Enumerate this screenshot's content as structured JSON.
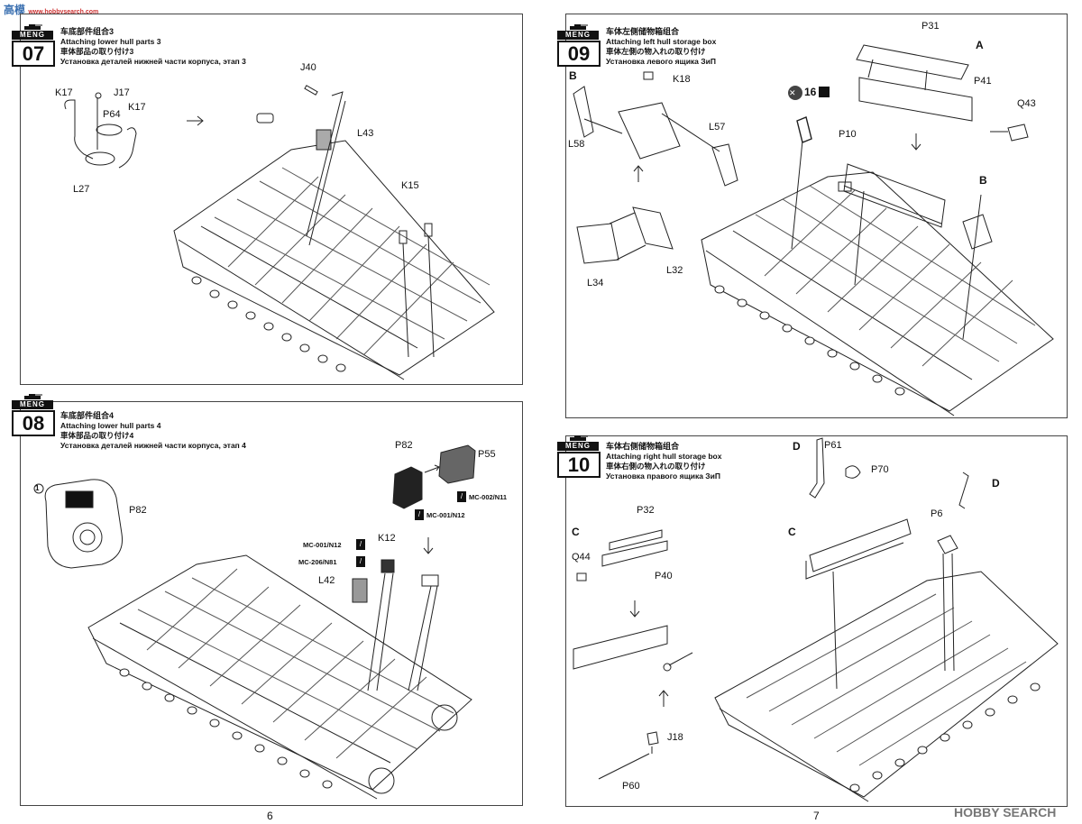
{
  "watermark_top": "高模",
  "watermark_top_sub": "www.hobbysearch.com",
  "watermark_bottom": "HOBBY SEARCH",
  "steps": {
    "s07": {
      "num": "07",
      "brand": "MENG",
      "cn": "车底部件组合3",
      "en": "Attaching lower hull parts 3",
      "jp": "車体部品の取り付け3",
      "ru": "Установка деталей нижней части корпуса, этап 3",
      "labels": {
        "k17a": "K17",
        "j17": "J17",
        "p64": "P64",
        "k17b": "K17",
        "l27": "L27",
        "j40": "J40",
        "l43": "L43",
        "k15": "K15"
      }
    },
    "s08": {
      "num": "08",
      "brand": "MENG",
      "cn": "车底部件组合4",
      "en": "Attaching lower hull parts 4",
      "jp": "車体部品の取り付け4",
      "ru": "Установка деталей нижней части корпуса, этап 4",
      "labels": {
        "p82a": "P82",
        "p55": "P55",
        "p82b": "P82",
        "k12": "K12",
        "l42": "L42",
        "circle1": "1"
      },
      "tags": {
        "t1": "MC-002/N11",
        "t2": "MC-001/N12",
        "t3": "MC-001/N12",
        "t4": "MC-206/N81"
      }
    },
    "s09": {
      "num": "09",
      "brand": "MENG",
      "cn": "车体左侧储物箱组合",
      "en": "Attaching left hull storage box",
      "jp": "車体左側の物入れの取り付け",
      "ru": "Установка левого ящика ЗиП",
      "labels": {
        "b1": "B",
        "k18": "K18",
        "l57": "L57",
        "l58": "L58",
        "l32": "L32",
        "l34": "L34",
        "p31": "P31",
        "a": "A",
        "p41": "P41",
        "q43": "Q43",
        "x16": "16",
        "p10": "P10",
        "b2": "B"
      }
    },
    "s10": {
      "num": "10",
      "brand": "MENG",
      "cn": "车体右侧储物箱组合",
      "en": "Attaching right hull storage box",
      "jp": "車体右側の物入れの取り付け",
      "ru": "Установка правого ящика ЗиП",
      "labels": {
        "d1": "D",
        "p61": "P61",
        "p70": "P70",
        "d2": "D",
        "c1": "C",
        "p6": "P6",
        "p32": "P32",
        "c2": "C",
        "q44": "Q44",
        "p40": "P40",
        "j18": "J18",
        "p60": "P60"
      }
    }
  },
  "pages": {
    "left": "6",
    "right": "7"
  }
}
